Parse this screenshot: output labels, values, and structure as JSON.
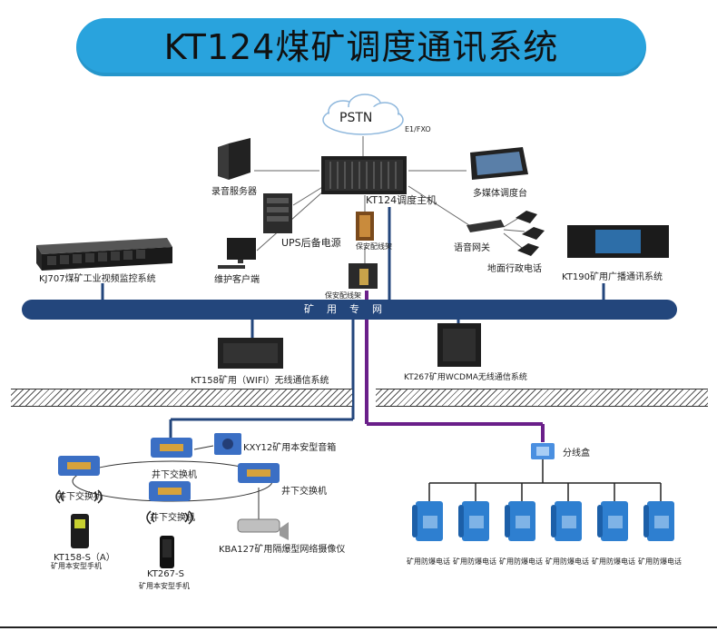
{
  "title": "KT124煤矿调度通讯系统",
  "nodes": {
    "pstn": "PSTN",
    "e1_fxo": "E1/FXO",
    "recorder": "录音服务器",
    "ups": "UPS后备电源",
    "maintenance": "维护客户端",
    "host": "KT124调度主机",
    "protect_frame_1": "保安配线架",
    "protect_frame_2": "保安配线架",
    "multimedia": "多媒体调度台",
    "voice_gateway": "语音网关",
    "admin_phone": "地面行政电话",
    "kj707": "KJ707煤矿工业视频监控系统",
    "kt190": "KT190矿用广播通讯系统",
    "bus": "矿用专网",
    "kt158_wifi": "KT158矿用（WIFI）无线通信系统",
    "kt267_wcdma": "KT267矿用WCDMA无线通信系统",
    "speaker_box": "KXY12矿用本安型音箱",
    "switch_top": "井下交换机",
    "switch_right": "井下交换机",
    "switch_left": "井下交换机",
    "switch_bottom": "井下交换机",
    "junction_box": "分线盒",
    "camera": "KBA127矿用隔爆型网络摄像仪",
    "kt158s_model": "KT158-S（A）",
    "kt158s_desc": "矿用本安型手机",
    "kt267s_model": "KT267-S",
    "kt267s_desc": "矿用本安型手机",
    "explosion_phone": "矿用防爆电话"
  },
  "colors": {
    "title_bg": "#29a3dd",
    "bus": "#23467c",
    "purple_line": "#6a1f8a",
    "device_blue": "#3b6fc4",
    "phone_blue": "#2e7fd0"
  }
}
